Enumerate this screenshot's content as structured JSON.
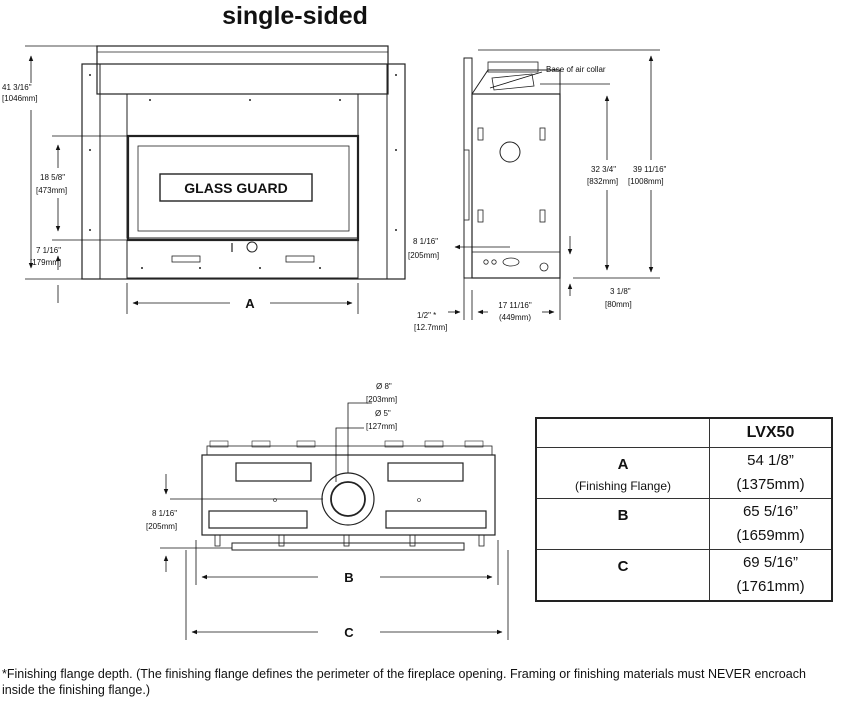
{
  "title": "single-sided",
  "front_view": {
    "glass_label": "GLASS GUARD",
    "dim_overall_height": "41 3/16\"",
    "dim_overall_height_mm": "[1046mm]",
    "dim_glass_height": "18 5/8\"",
    "dim_glass_height_mm": "[473mm]",
    "dim_base_height": "7 1/16\"",
    "dim_base_height_mm": "[179mm]",
    "width_label": "A"
  },
  "side_view": {
    "air_collar_label": "Base of air collar",
    "dim_body_height": "32 3/4\"",
    "dim_body_height_mm": "[832mm]",
    "dim_total_height": "39 11/16\"",
    "dim_total_height_mm": "[1008mm]",
    "dim_vent_height": "8 1/16\"",
    "dim_vent_height_mm": "[205mm]",
    "dim_flange_depth": "1/2\" *",
    "dim_flange_depth_mm": "[12.7mm]",
    "dim_depth": "17 11/16\"",
    "dim_depth_mm": "(449mm)",
    "dim_foot": "3 1/8\"",
    "dim_foot_mm": "[80mm]"
  },
  "top_view": {
    "dim_outer_dia": "Ø 8\"",
    "dim_outer_dia_mm": "[203mm]",
    "dim_inner_dia": "Ø 5\"",
    "dim_inner_dia_mm": "[127mm]",
    "dim_collar_offset": "8 1/16\"",
    "dim_collar_offset_mm": "[205mm]",
    "width_b_label": "B",
    "width_c_label": "C"
  },
  "spec_table": {
    "header_model": "LVX50",
    "rows": [
      {
        "key": "A",
        "sub": "(Finishing Flange)",
        "value": "54 1/8”",
        "value_mm": "(1375mm)"
      },
      {
        "key": "B",
        "sub": "",
        "value": "65 5/16”",
        "value_mm": "(1659mm)"
      },
      {
        "key": "C",
        "sub": "",
        "value": "69 5/16”",
        "value_mm": "(1761mm)"
      }
    ]
  },
  "footnote": "*Finishing flange depth. (The finishing flange defines the perimeter of the fireplace opening. Framing or finishing materials must NEVER encroach inside the finishing flange.)"
}
